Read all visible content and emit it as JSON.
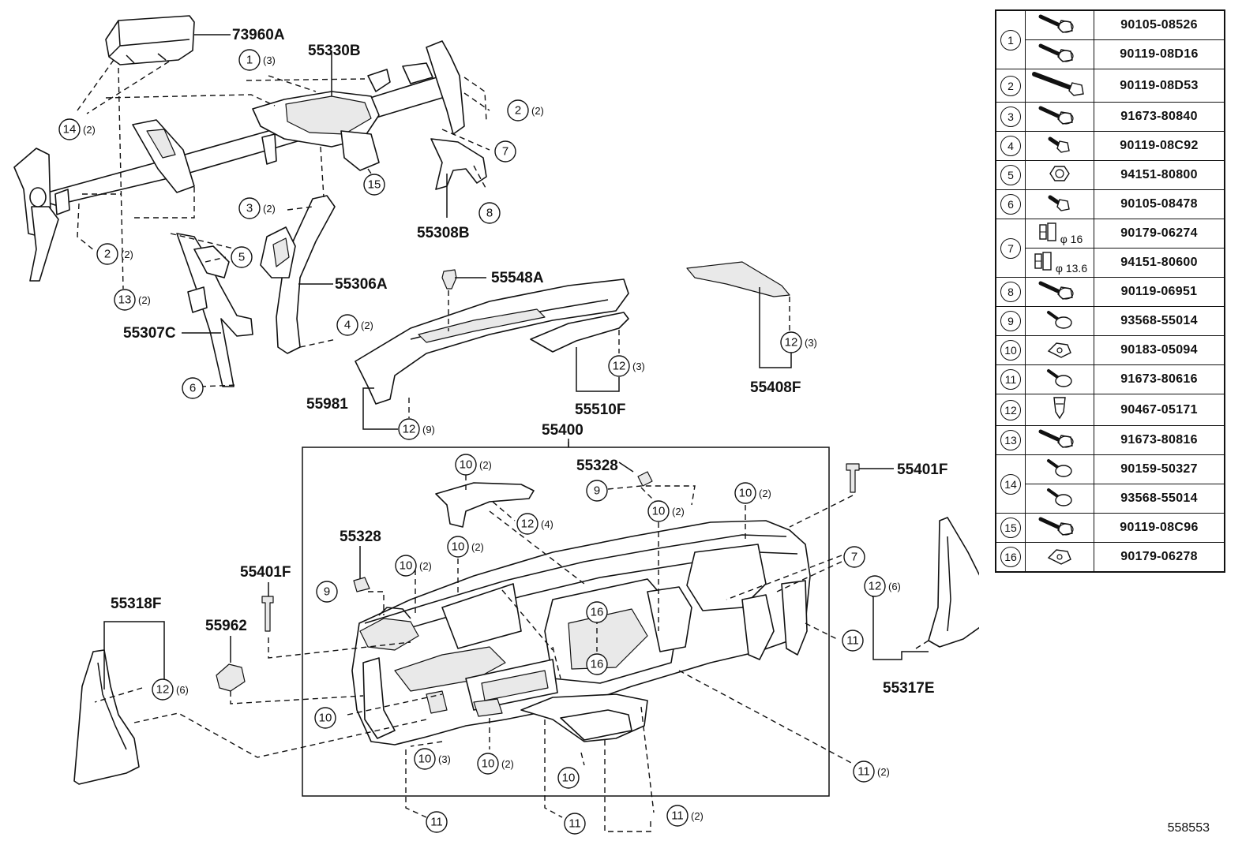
{
  "refs": {
    "r73960A": "73960A",
    "r55330B": "55330B",
    "r55308B": "55308B",
    "r55306A": "55306A",
    "r55307C": "55307C",
    "r55548A": "55548A",
    "r55408F": "55408F",
    "r55510F": "55510F",
    "r55981": "55981",
    "r55400": "55400",
    "r55328a": "55328",
    "r55328b": "55328",
    "r55401Fa": "55401F",
    "r55401Fb": "55401F",
    "r55318F": "55318F",
    "r55962": "55962",
    "r55317E": "55317E"
  },
  "callouts": [
    {
      "n": "1",
      "q": "(3)"
    },
    {
      "n": "14",
      "q": "(2)"
    },
    {
      "n": "2",
      "q": "(2)"
    },
    {
      "n": "7",
      "q": ""
    },
    {
      "n": "15",
      "q": ""
    },
    {
      "n": "8",
      "q": ""
    },
    {
      "n": "3",
      "q": "(2)"
    },
    {
      "n": "2",
      "q": "(2)"
    },
    {
      "n": "5",
      "q": ""
    },
    {
      "n": "13",
      "q": "(2)"
    },
    {
      "n": "4",
      "q": "(2)"
    },
    {
      "n": "6",
      "q": ""
    },
    {
      "n": "12",
      "q": "(3)"
    },
    {
      "n": "12",
      "q": "(3)"
    },
    {
      "n": "12",
      "q": "(9)"
    },
    {
      "n": "10",
      "q": "(2)"
    },
    {
      "n": "9",
      "q": ""
    },
    {
      "n": "10",
      "q": "(2)"
    },
    {
      "n": "10",
      "q": "(2)"
    },
    {
      "n": "12",
      "q": "(4)"
    },
    {
      "n": "10",
      "q": "(2)"
    },
    {
      "n": "10",
      "q": "(2)"
    },
    {
      "n": "9",
      "q": ""
    },
    {
      "n": "7",
      "q": ""
    },
    {
      "n": "12",
      "q": "(6)"
    },
    {
      "n": "16",
      "q": ""
    },
    {
      "n": "11",
      "q": ""
    },
    {
      "n": "16",
      "q": ""
    },
    {
      "n": "12",
      "q": "(6)"
    },
    {
      "n": "10",
      "q": ""
    },
    {
      "n": "10",
      "q": "(3)"
    },
    {
      "n": "10",
      "q": "(2)"
    },
    {
      "n": "10",
      "q": ""
    },
    {
      "n": "11",
      "q": "(2)"
    },
    {
      "n": "11",
      "q": ""
    },
    {
      "n": "11",
      "q": ""
    },
    {
      "n": "11",
      "q": "(2)"
    }
  ],
  "legend": [
    {
      "key": "1",
      "parts": [
        {
          "icon": "bolt-washer",
          "pn": "90105-08526"
        },
        {
          "icon": "bolt-washer",
          "pn": "90119-08D16"
        }
      ]
    },
    {
      "key": "2",
      "parts": [
        {
          "icon": "long-bolt",
          "pn": "90119-08D53"
        }
      ]
    },
    {
      "key": "3",
      "parts": [
        {
          "icon": "bolt-washer",
          "pn": "91673-80840"
        }
      ]
    },
    {
      "key": "4",
      "parts": [
        {
          "icon": "short-bolt",
          "pn": "90119-08C92"
        }
      ]
    },
    {
      "key": "5",
      "parts": [
        {
          "icon": "nut",
          "pn": "94151-80800"
        }
      ]
    },
    {
      "key": "6",
      "parts": [
        {
          "icon": "short-bolt",
          "pn": "90105-08478"
        }
      ]
    },
    {
      "key": "7",
      "parts": [
        {
          "icon": "clip-dim",
          "dim": "φ 16",
          "pn": "90179-06274"
        },
        {
          "icon": "clip-dim",
          "dim": "φ 13.6",
          "pn": "94151-80600"
        }
      ]
    },
    {
      "key": "8",
      "parts": [
        {
          "icon": "bolt-washer",
          "pn": "90119-06951"
        }
      ]
    },
    {
      "key": "9",
      "parts": [
        {
          "icon": "screw",
          "pn": "93568-55014"
        }
      ]
    },
    {
      "key": "10",
      "parts": [
        {
          "icon": "clip-nut",
          "pn": "90183-05094"
        }
      ]
    },
    {
      "key": "11",
      "parts": [
        {
          "icon": "screw",
          "pn": "91673-80616"
        }
      ]
    },
    {
      "key": "12",
      "parts": [
        {
          "icon": "push-clip",
          "pn": "90467-05171"
        }
      ]
    },
    {
      "key": "13",
      "parts": [
        {
          "icon": "bolt-washer",
          "pn": "91673-80816"
        }
      ]
    },
    {
      "key": "14",
      "parts": [
        {
          "icon": "screw",
          "pn": "90159-50327"
        },
        {
          "icon": "screw",
          "pn": "93568-55014"
        }
      ]
    },
    {
      "key": "15",
      "parts": [
        {
          "icon": "bolt-washer",
          "pn": "90119-08C96"
        }
      ]
    },
    {
      "key": "16",
      "parts": [
        {
          "icon": "clip-nut",
          "pn": "90179-06278"
        }
      ]
    }
  ],
  "doc_id": "558553"
}
